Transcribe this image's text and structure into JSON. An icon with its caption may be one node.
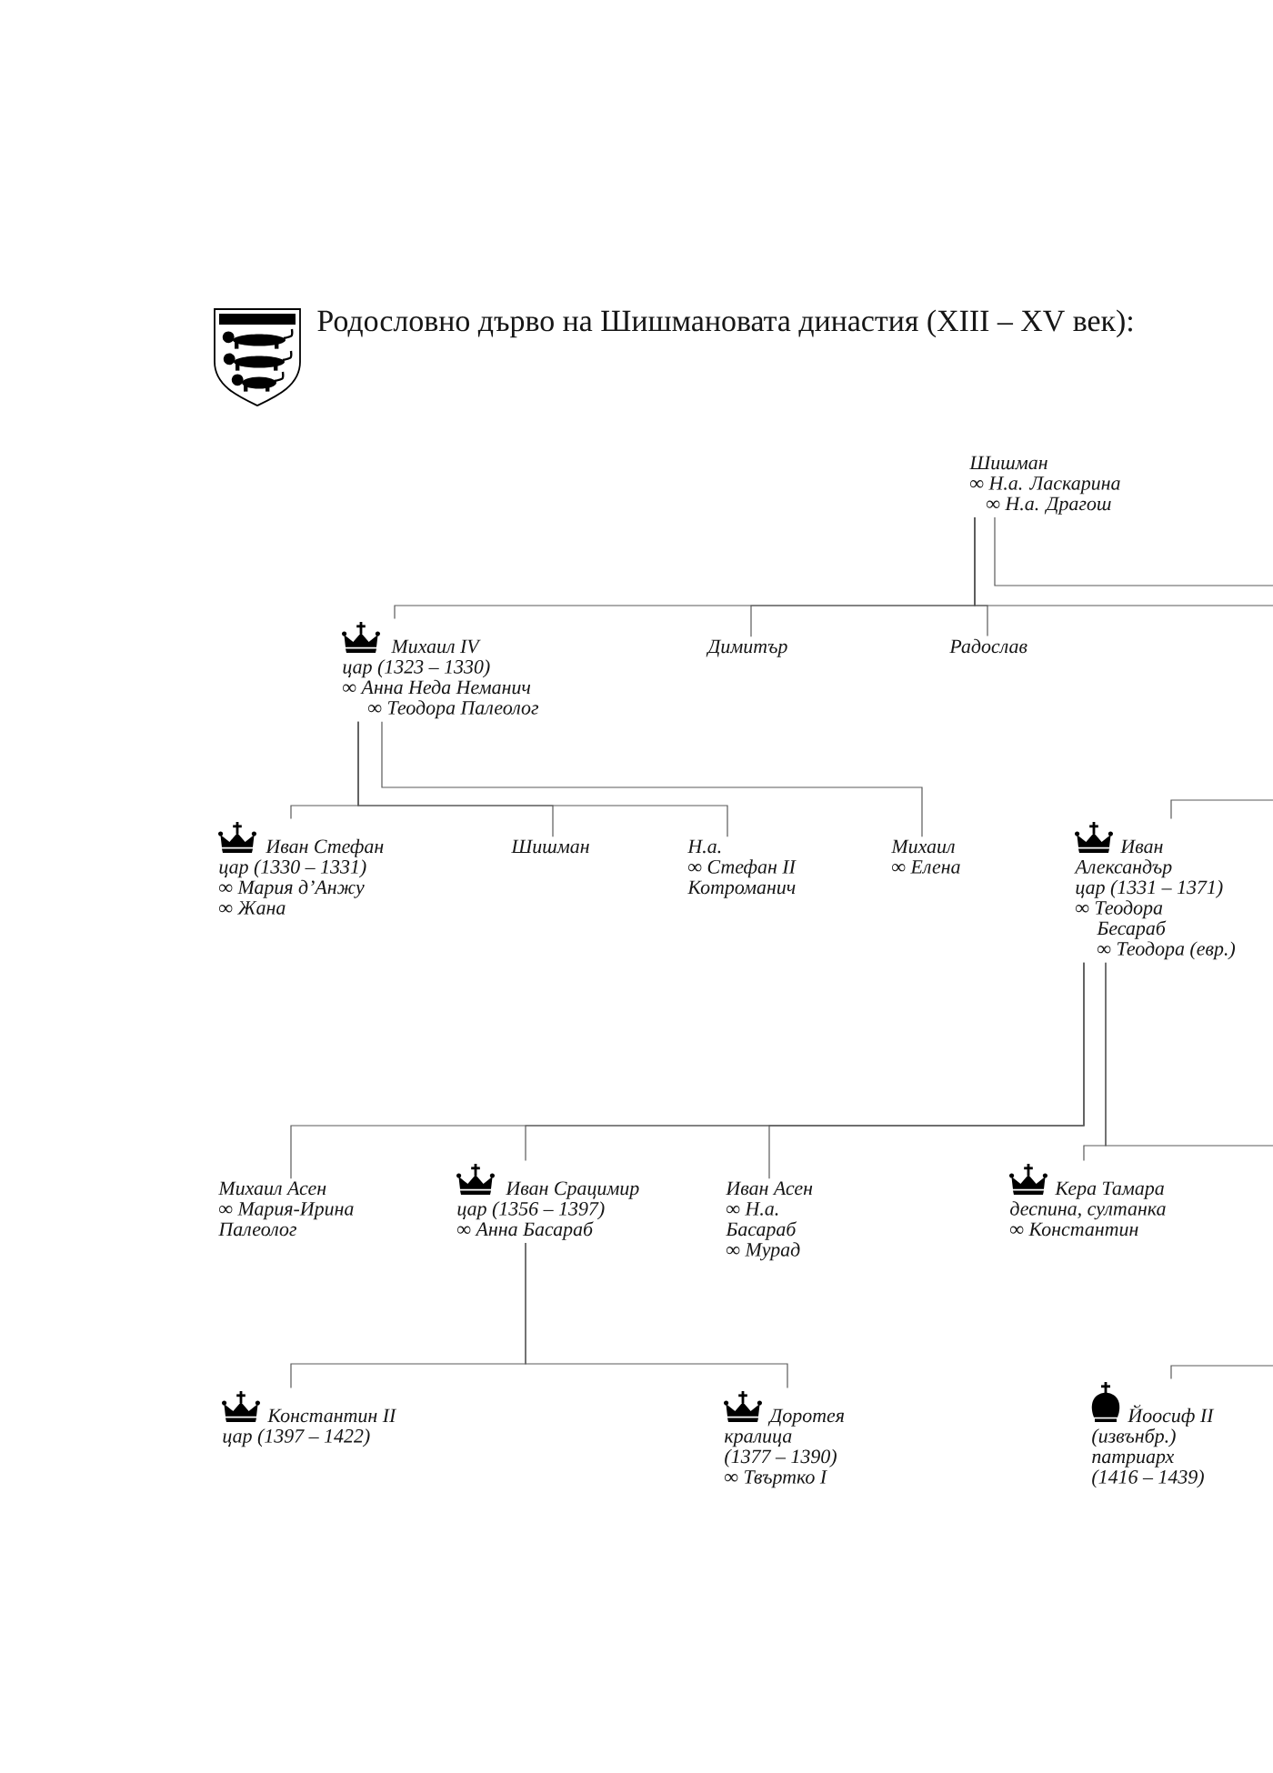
{
  "diagram": {
    "title": "Родословно дърво на Шишмановата династия (XIII – XV век):",
    "nodes": [
      {
        "text": [
          "Шишман",
          "∞ Н.а. Ласкарина",
          "∞ Н.а. Драгош"
        ]
      },
      {
        "text": [
          "Михаил IV",
          "цар (1323 – 1330)",
          "∞ Анна Неда Неманич",
          "∞ Теодора Палеолог"
        ]
      },
      {
        "text": [
          "Димитър"
        ]
      },
      {
        "text": [
          "Радослав"
        ]
      },
      {
        "text": [
          "Иван Стефан",
          "цар (1330 – 1331)",
          "∞ Мария д’Анжу",
          "∞ Жана"
        ]
      },
      {
        "text": [
          "Шишман"
        ]
      },
      {
        "text": [
          "Н.а.",
          "∞ Стефан II Котроманич"
        ]
      },
      {
        "text": [
          "Михаил",
          "∞ Елена"
        ]
      },
      {
        "text": [
          "Иван Александър",
          "цар (1331 – 1371)",
          "∞ Теодора Бесараб",
          "∞ Теодора (евр.)"
        ]
      },
      {
        "text": [
          "Михаил Асен",
          "∞ Мария-Ирина Палеолог"
        ]
      },
      {
        "text": [
          "Иван Срацимир",
          "цар (1356 – 1397)",
          "∞ Анна Басараб"
        ]
      },
      {
        "text": [
          "Иван Асен",
          "∞ Н.а. Басараб",
          "∞ Мурад"
        ]
      },
      {
        "text": [
          "Кера Тамара",
          "деспина, султанка",
          "∞ Константин"
        ]
      },
      {
        "text": [
          "Константин II",
          "цар (1397 – 1422)"
        ]
      },
      {
        "text": [
          "Доротея",
          "кралица",
          "(1377 – 1390)",
          "∞ Твъртко I"
        ]
      },
      {
        "text": [
          "Йоосиф II",
          "(извънбр.)",
          "патриарх",
          "(1416 – 1439)"
        ]
      }
    ],
    "edges": [
      {
        "from": 0,
        "to": 1,
        "arrow": "none"
      },
      {
        "from": 0,
        "to": 2,
        "arrow": "none"
      },
      {
        "from": 0,
        "to": 3,
        "arrow": "none"
      },
      {
        "from": 0,
        "to": null,
        "arrow": "none"
      },
      {
        "from": 0,
        "to": null,
        "arrow": "none"
      },
      {
        "from": 1,
        "to": 4,
        "arrow": "none"
      },
      {
        "from": 1,
        "to": 5,
        "arrow": "none"
      },
      {
        "from": 1,
        "to": 6,
        "arrow": "none"
      },
      {
        "from": 1,
        "to": 7,
        "arrow": "none"
      },
      {
        "from": null,
        "to": 8,
        "arrow": "none"
      },
      {
        "from": 8,
        "to": 9,
        "arrow": "none"
      },
      {
        "from": 8,
        "to": 10,
        "arrow": "none"
      },
      {
        "from": 8,
        "to": 11,
        "arrow": "none"
      },
      {
        "from": 8,
        "to": 12,
        "arrow": "none"
      },
      {
        "from": 8,
        "to": null,
        "arrow": "none"
      },
      {
        "from": 10,
        "to": 13,
        "arrow": "none"
      },
      {
        "from": 10,
        "to": 14,
        "arrow": "none"
      },
      {
        "from": null,
        "to": 15,
        "arrow": "none"
      }
    ]
  }
}
